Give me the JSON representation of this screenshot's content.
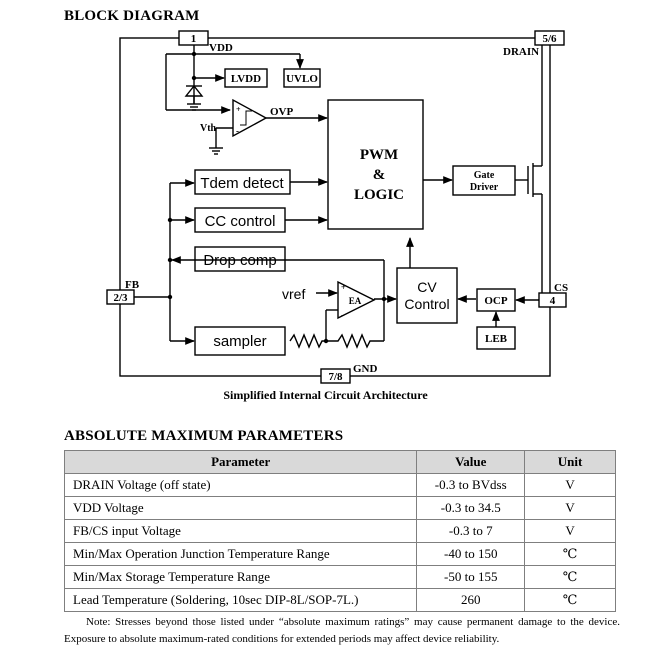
{
  "block_heading": "BLOCK DIAGRAM",
  "pins": {
    "vdd_num": "1",
    "vdd_label": "VDD",
    "drain_num": "5/6",
    "drain_label": "DRAIN",
    "fb_num": "2/3",
    "fb_label": "FB",
    "cs_num": "4",
    "cs_label": "CS",
    "gnd_num": "7/8",
    "gnd_label": "GND"
  },
  "blocks": {
    "lvdd": "LVDD",
    "uvlo": "UVLO",
    "ovp": "OVP",
    "vth": "Vth",
    "pwm_line1": "PWM",
    "pwm_line2": "&",
    "pwm_line3": "LOGIC",
    "gate_line1": "Gate",
    "gate_line2": "Driver",
    "tdem": "Tdem detect",
    "cc": "CC control",
    "drop": "Drop comp",
    "vref": "vref",
    "ea": "EA",
    "cv_line1": "CV",
    "cv_line2": "Control",
    "ocp": "OCP",
    "leb": "LEB",
    "sampler": "sampler"
  },
  "caption": "Simplified Internal Circuit Architecture",
  "table_heading": "ABSOLUTE MAXIMUM PARAMETERS",
  "table": {
    "headers": [
      "Parameter",
      "Value",
      "Unit"
    ],
    "rows": [
      [
        "DRAIN Voltage (off state)",
        "-0.3 to BVdss",
        "V"
      ],
      [
        "VDD Voltage",
        "-0.3 to 34.5",
        "V"
      ],
      [
        "FB/CS input Voltage",
        "-0.3 to 7",
        "V"
      ],
      [
        "Min/Max Operation Junction Temperature Range",
        "-40 to 150",
        "℃"
      ],
      [
        "Min/Max Storage Temperature Range",
        "-50 to 155",
        "℃"
      ],
      [
        "Lead Temperature (Soldering, 10sec DIP-8L/SOP-7L.)",
        "260",
        "℃"
      ]
    ]
  },
  "note": "Note: Stresses beyond those listed under “absolute maximum ratings” may cause permanent damage to the device. Exposure to absolute maximum-rated conditions for extended periods may affect device reliability."
}
